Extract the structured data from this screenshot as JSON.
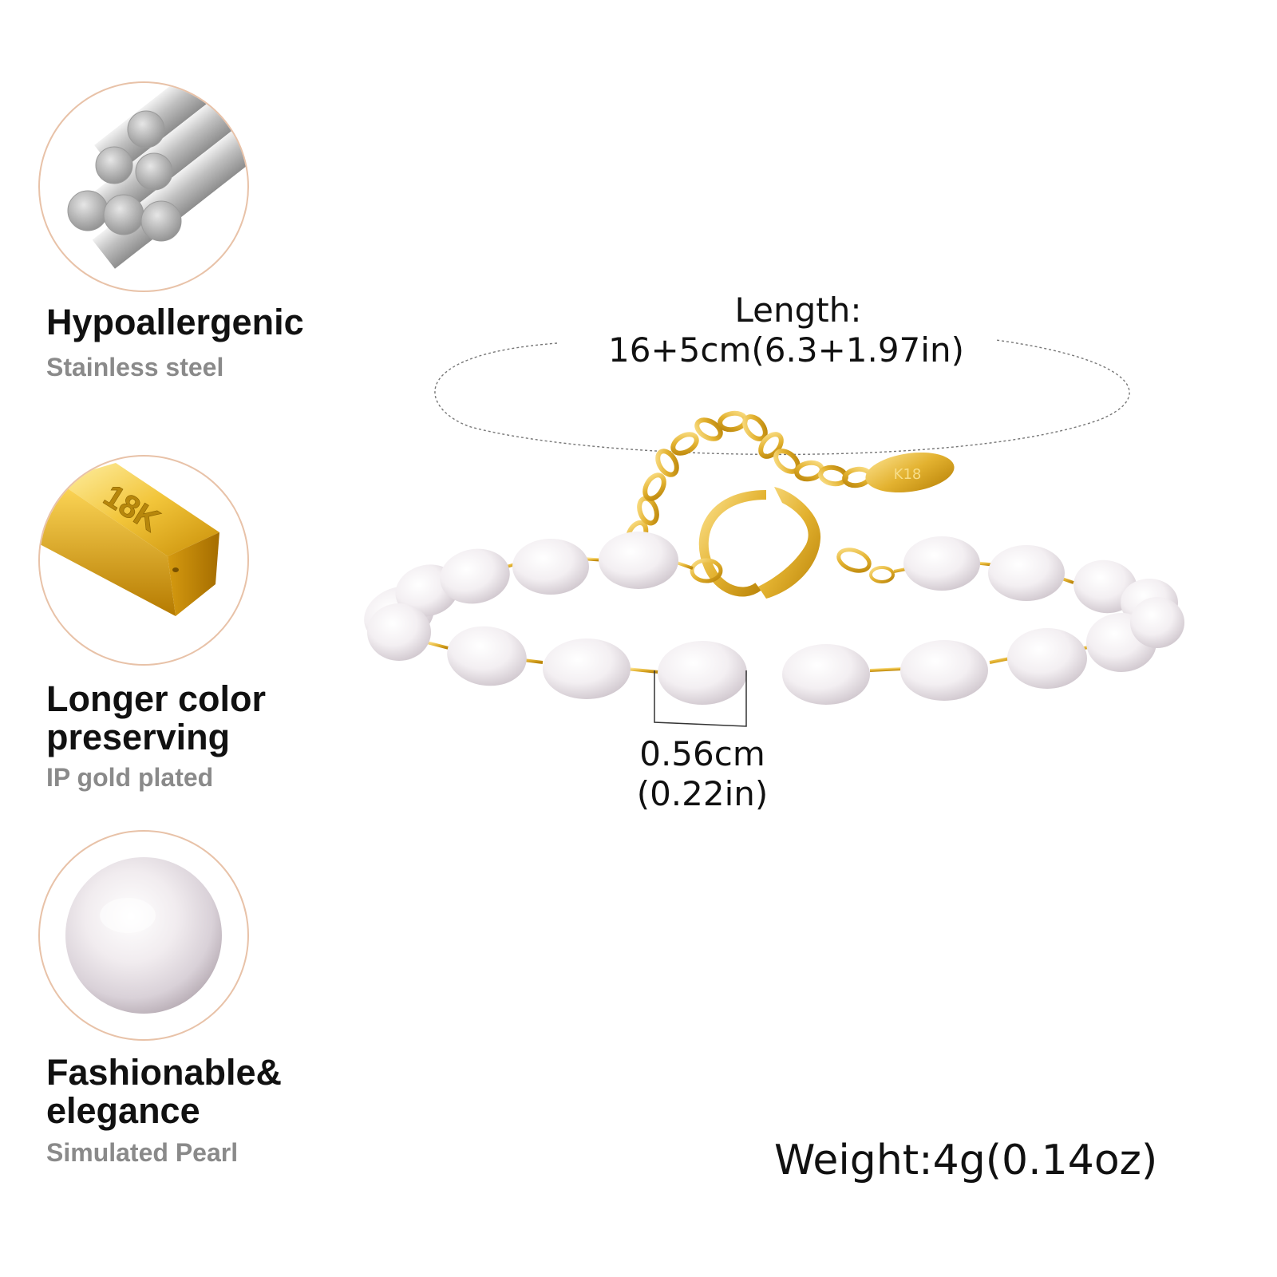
{
  "features": [
    {
      "title": "Hypoallergenic",
      "subtitle": "Stainless steel",
      "icon": "steel-rods-icon"
    },
    {
      "title": "Longer color\npreserving",
      "subtitle": "IP gold plated",
      "icon": "gold-bar-icon",
      "icon_text": "18K"
    },
    {
      "title": "Fashionable&\nelegance",
      "subtitle": "Simulated Pearl",
      "icon": "pearl-icon"
    }
  ],
  "product": {
    "length_label": "Length:",
    "length_value": "16+5cm(6.3+1.97in)",
    "pearl_size_cm": "0.56cm",
    "pearl_size_in": "(0.22in)",
    "tag_text": "K18",
    "weight": "Weight:4g(0.14oz)"
  },
  "colors": {
    "accent_border": "#e8c2a8",
    "gold": "#e3b230",
    "subtitle_gray": "#8a8a8a"
  }
}
